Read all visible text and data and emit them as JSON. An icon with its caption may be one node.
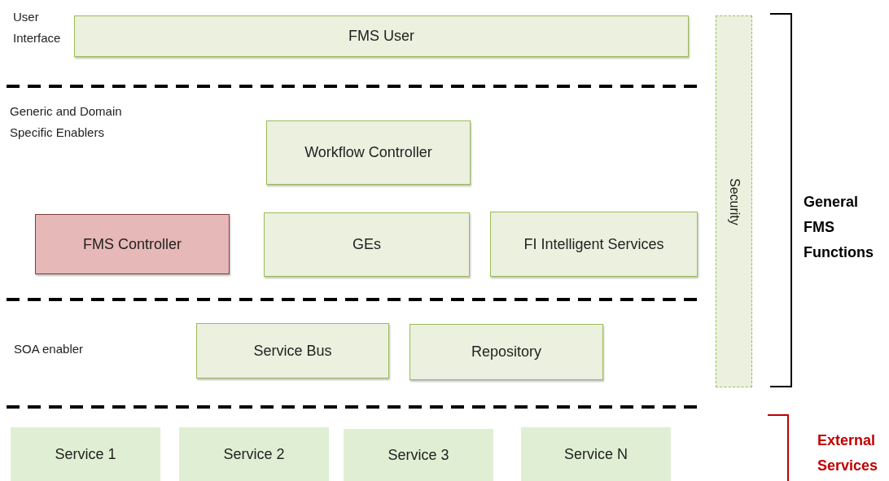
{
  "diagram": {
    "nodes": [
      {
        "text": [
          "FMS User"
        ]
      },
      {
        "text": [
          "Workflow Controller"
        ]
      },
      {
        "text": [
          "FMS Controller"
        ]
      },
      {
        "text": [
          "GEs"
        ]
      },
      {
        "text": [
          "FI Intelligent Services"
        ]
      },
      {
        "text": [
          "Security"
        ]
      },
      {
        "text": [
          "Service Bus"
        ]
      },
      {
        "text": [
          "Repository"
        ]
      },
      {
        "text": [
          "Service 1"
        ]
      },
      {
        "text": [
          "Service 2"
        ]
      },
      {
        "text": [
          "Service 3"
        ]
      },
      {
        "text": [
          "Service N"
        ]
      }
    ],
    "labels": [
      "User Interface",
      "Generic and Domain Specific Enablers",
      "SOA enabler",
      "General FMS Functions",
      "External Services"
    ]
  }
}
